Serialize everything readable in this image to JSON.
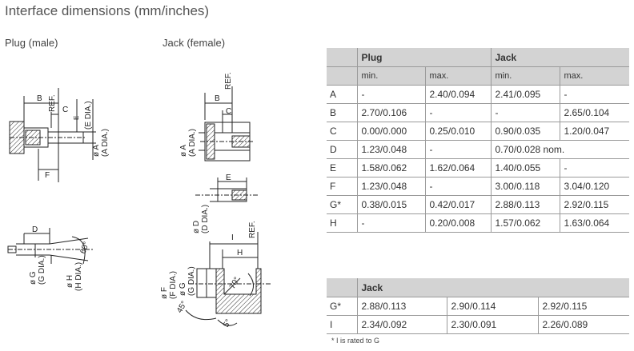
{
  "title": "Interface dimensions (mm/inches)",
  "plug_label": "Plug (male)",
  "jack_label": "Jack (female)",
  "drawing_labels": {
    "ref": "REF.",
    "A": "ø A",
    "A_dia": "(A DIA.)",
    "B": "B",
    "C": "C",
    "D": "ø D",
    "D_dim": "D",
    "D_dia": "(D DIA.)",
    "E": "E",
    "E_dia": "(E DIA.)",
    "F": "F",
    "F_dia": "ø F",
    "F_dia2": "(F DIA.)",
    "G": "ø G",
    "G_dia": "(G DIA.)",
    "H": "ø H",
    "H_dim": "H",
    "H_dia": "(H DIA.)",
    "I": "I",
    "angle_60": "60°",
    "angle_70": "70°",
    "angle_5": "5°",
    "angle_45": "45°"
  },
  "main_table": {
    "groups": [
      "Plug",
      "Jack"
    ],
    "subheaders": [
      "min.",
      "max.",
      "min.",
      "max."
    ],
    "rows": [
      {
        "label": "A",
        "plug_min": "-",
        "plug_max": "2.40/0.094",
        "jack_min": "2.41/0.095",
        "jack_max": "-"
      },
      {
        "label": "B",
        "plug_min": "2.70/0.106",
        "plug_max": "-",
        "jack_min": "-",
        "jack_max": "2.65/0.104"
      },
      {
        "label": "C",
        "plug_min": "0.00/0.000",
        "plug_max": "0.25/0.010",
        "jack_min": "0.90/0.035",
        "jack_max": "1.20/0.047"
      },
      {
        "label": "D",
        "plug_min": "1.23/0.048",
        "plug_max": "-",
        "jack_nom": "0.70/0.028 nom."
      },
      {
        "label": "E",
        "plug_min": "1.58/0.062",
        "plug_max": "1.62/0.064",
        "jack_min": "1.40/0.055",
        "jack_max": "-"
      },
      {
        "label": "F",
        "plug_min": "1.23/0.048",
        "plug_max": "-",
        "jack_min": "3.00/0.118",
        "jack_max": "3.04/0.120"
      },
      {
        "label": "G*",
        "plug_min": "0.38/0.015",
        "plug_max": "0.42/0.017",
        "jack_min": "2.88/0.113",
        "jack_max": "2.92/0.115"
      },
      {
        "label": "H",
        "plug_min": "-",
        "plug_max": "0.20/0.008",
        "jack_min": "1.57/0.062",
        "jack_max": "1.63/0.064"
      }
    ]
  },
  "jack_table": {
    "group": "Jack",
    "rows": [
      {
        "label": "G*",
        "v1": "2.88/0.113",
        "v2": "2.90/0.114",
        "v3": "2.92/0.115"
      },
      {
        "label": "I",
        "v1": "2.34/0.092",
        "v2": "2.30/0.091",
        "v3": "2.26/0.089"
      }
    ]
  },
  "footnote": "* I is rated to G"
}
